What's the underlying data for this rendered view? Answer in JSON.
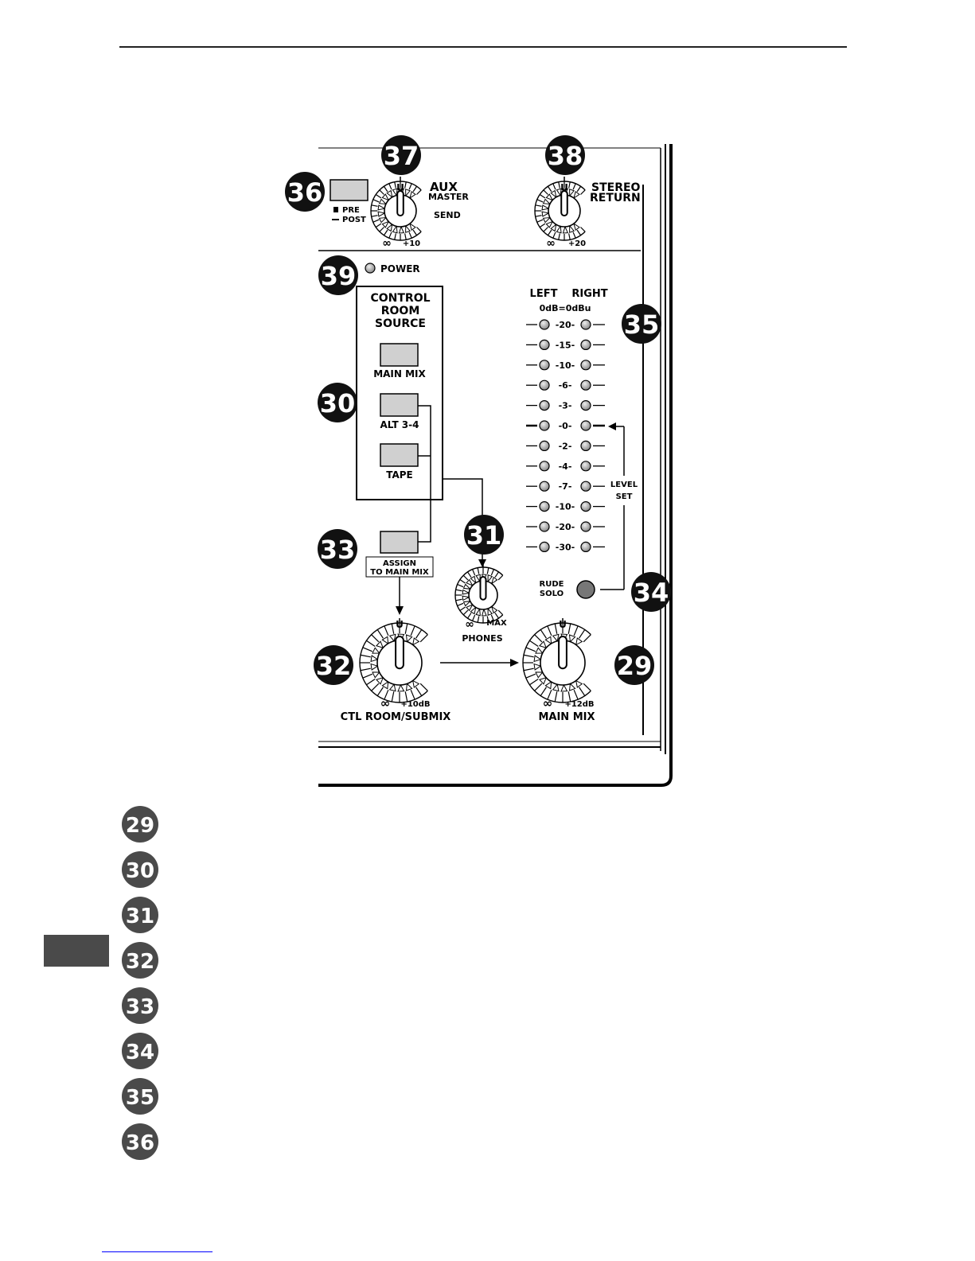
{
  "aux": {
    "title": "AUX",
    "line1": "MASTER",
    "line2": "SEND",
    "scale_min": "∞",
    "scale_max": "+10"
  },
  "prepost": {
    "pre": "PRE",
    "post": "POST"
  },
  "stereo_return": {
    "line1": "STEREO",
    "line2": "RETURN",
    "scale_min": "∞",
    "scale_max": "+20"
  },
  "power": "POWER",
  "control_room": {
    "line1": "CONTROL",
    "line2": "ROOM",
    "line3": "SOURCE",
    "main_mix": "MAIN MIX",
    "alt": "ALT 3-4",
    "tape": "TAPE"
  },
  "assign": {
    "line1": "ASSIGN",
    "line2": "TO MAIN MIX"
  },
  "phones": {
    "label": "PHONES",
    "scale_min": "∞",
    "scale_max": "MAX"
  },
  "ctl_room": {
    "label": "CTL ROOM/SUBMIX",
    "scale_min": "∞",
    "scale_max": "+10dB"
  },
  "main_mix": {
    "label": "MAIN MIX",
    "scale_min": "∞",
    "scale_max": "+12dB"
  },
  "knob_unity": "U",
  "meter": {
    "left": "LEFT",
    "right": "RIGHT",
    "ref": "0dB=0dBu",
    "levels": [
      "20",
      "15",
      "10",
      "6",
      "3",
      "0",
      "2",
      "4",
      "7",
      "10",
      "20",
      "30"
    ]
  },
  "level_set": {
    "line1": "LEVEL",
    "line2": "SET"
  },
  "rude_solo": {
    "line1": "RUDE",
    "line2": "SOLO"
  },
  "callouts": [
    "29",
    "30",
    "31",
    "32",
    "33",
    "34",
    "35",
    "36",
    "37",
    "38",
    "39"
  ],
  "legend_numbers": [
    "29",
    "30",
    "31",
    "32",
    "33",
    "34",
    "35",
    "36"
  ]
}
